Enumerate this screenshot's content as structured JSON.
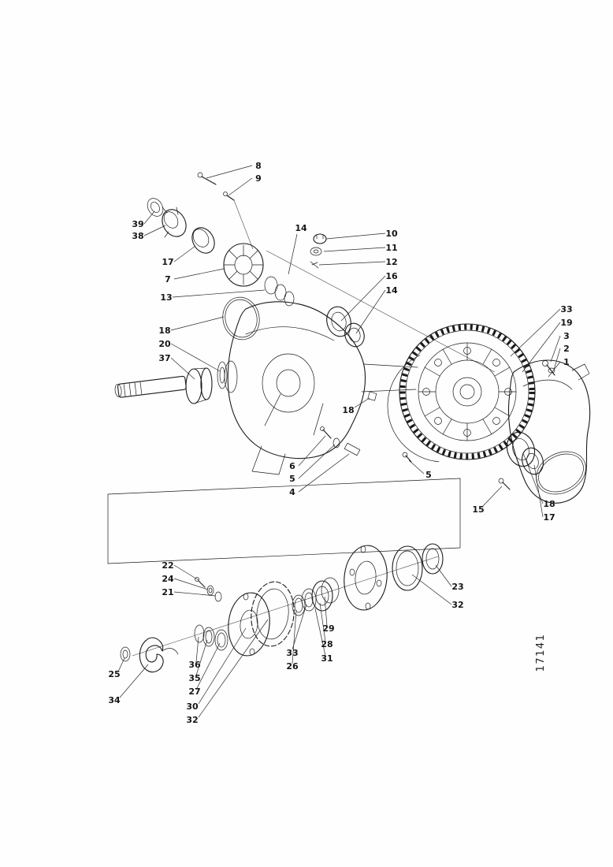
{
  "figure": {
    "number": "17141"
  },
  "palette": {
    "ink": "#1b1b1b",
    "paper": "#ffffff"
  },
  "callouts": [
    {
      "label": "8"
    },
    {
      "label": "9"
    },
    {
      "label": "39"
    },
    {
      "label": "38"
    },
    {
      "label": "17"
    },
    {
      "label": "7"
    },
    {
      "label": "13"
    },
    {
      "label": "14"
    },
    {
      "label": "10"
    },
    {
      "label": "11"
    },
    {
      "label": "12"
    },
    {
      "label": "16"
    },
    {
      "label": "14"
    },
    {
      "label": "18"
    },
    {
      "label": "20"
    },
    {
      "label": "37"
    },
    {
      "label": "33"
    },
    {
      "label": "19"
    },
    {
      "label": "3"
    },
    {
      "label": "2"
    },
    {
      "label": "1"
    },
    {
      "label": "18"
    },
    {
      "label": "15"
    },
    {
      "label": "18"
    },
    {
      "label": "17"
    },
    {
      "label": "6"
    },
    {
      "label": "5"
    },
    {
      "label": "4"
    },
    {
      "label": "5"
    },
    {
      "label": "22"
    },
    {
      "label": "24"
    },
    {
      "label": "21"
    },
    {
      "label": "23"
    },
    {
      "label": "32"
    },
    {
      "label": "29"
    },
    {
      "label": "28"
    },
    {
      "label": "31"
    },
    {
      "label": "33"
    },
    {
      "label": "26"
    },
    {
      "label": "36"
    },
    {
      "label": "35"
    },
    {
      "label": "27"
    },
    {
      "label": "25"
    },
    {
      "label": "34"
    },
    {
      "label": "30"
    },
    {
      "label": "32"
    }
  ]
}
